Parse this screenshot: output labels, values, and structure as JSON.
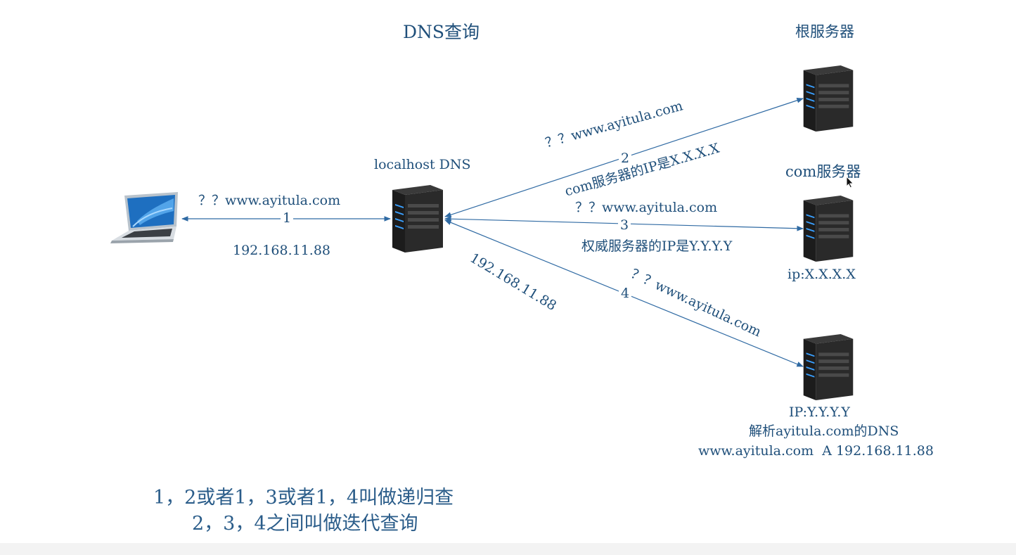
{
  "title": "DNS查询",
  "nodes": {
    "local_dns": "localhost DNS",
    "root_server": "根服务器",
    "com_server": "com服务器",
    "com_server_ip": "ip:X.X.X.X",
    "auth_server_ip": "IP:Y.Y.Y.Y",
    "auth_server_desc": "解析ayitula.com的DNS",
    "auth_server_record": "www.ayitula.com  A 192.168.11.88"
  },
  "links": {
    "client_query": "？？www.ayitula.com",
    "client_step": "1",
    "client_answer": "192.168.11.88",
    "root_query": "？？www.ayitula.com",
    "root_step": "2",
    "root_answer": "com服务器的IP是X.X.X.X",
    "com_query": "？？www.ayitula.com",
    "com_step": "3",
    "com_answer": "权威服务器的IP是Y.Y.Y.Y",
    "auth_answer": "192.168.11.88",
    "auth_step": "4",
    "auth_query": "？？www.ayitula.com"
  },
  "notes": {
    "line1": "1，2或者1，3或者1，4叫做递归查",
    "line2": "2，3，4之间叫做迭代查询"
  },
  "icons": {
    "client": "laptop-icon",
    "servers": "server-tower-icon",
    "pointer": "mouse-cursor-icon"
  },
  "colors": {
    "text": "#1f4f7a",
    "arrow": "#2f6aa3",
    "server_body": "#2a2a2a",
    "server_led": "#3aa0ff"
  }
}
